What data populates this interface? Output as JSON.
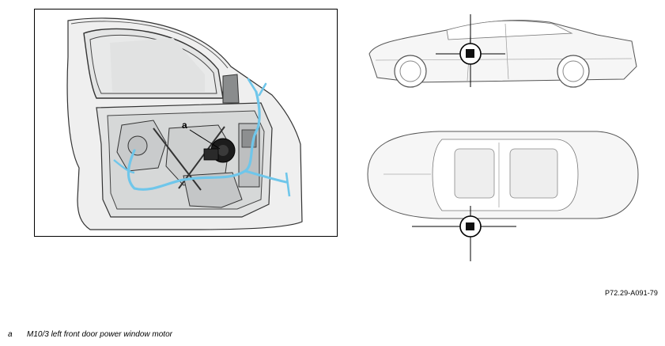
{
  "callout": {
    "letter": "a"
  },
  "part_number": "P72.29-A091-79",
  "legend": [
    {
      "key": "a",
      "text": "M10/3 left front door power window motor"
    }
  ],
  "colors": {
    "harness_blue": "#6fc6ea",
    "line": "#000000",
    "door_fill": "#e9eaea",
    "component_fill": "#c9cbcc",
    "motor_fill": "#1c1c1c"
  },
  "icons": [
    "door-illustration",
    "car-side-view",
    "car-top-view",
    "location-marker-icon"
  ]
}
